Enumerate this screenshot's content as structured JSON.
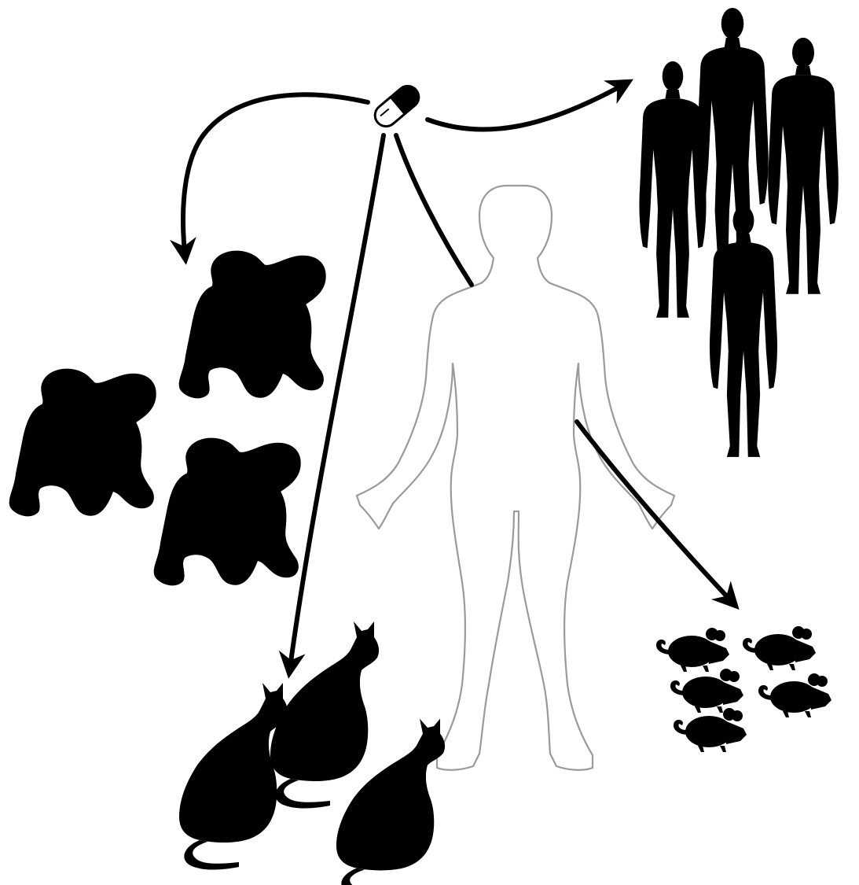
{
  "diagram": {
    "title": "",
    "center": {
      "icon": "pill-capsule-icon"
    },
    "target": {
      "icon": "human-outline-icon"
    },
    "groups": [
      {
        "id": "humans",
        "icon": "human-silhouette-icon",
        "count": 4
      },
      {
        "id": "primates",
        "icon": "chimpanzee-icon",
        "count": 3
      },
      {
        "id": "cats",
        "icon": "cat-icon",
        "count": 3
      },
      {
        "id": "mice",
        "icon": "mouse-icon",
        "count": 5
      }
    ],
    "colors": {
      "silhouette": "#000000",
      "outline": "#9a9a9a",
      "background": "#ffffff"
    }
  }
}
